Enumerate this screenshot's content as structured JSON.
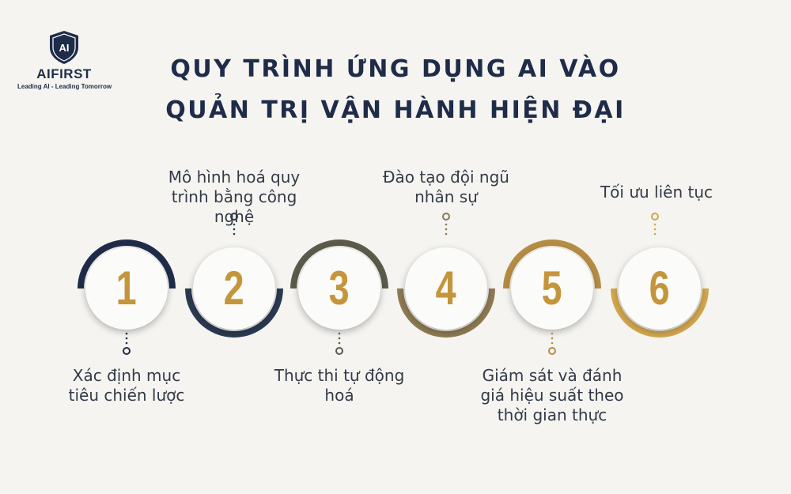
{
  "logo": {
    "mark": "AI",
    "name": "AIFIRST",
    "tagline": "Leading AI - Leading Tomorrow"
  },
  "title": {
    "line1": "QUY TRÌNH ỨNG DỤNG AI VÀO",
    "line2": "QUẢN TRỊ VẬN HÀNH HIỆN ĐẠI"
  },
  "colors": {
    "navy": "#1f2c49",
    "gold": "#c4953b",
    "background": "#f5f4f0"
  },
  "steps": [
    {
      "number": "1",
      "line1": "Xác định mục",
      "line2": "tiêu chiến lược",
      "arc_color": "#1f2c49",
      "position": "below"
    },
    {
      "number": "2",
      "line1": "Mô hình hoá quy",
      "line2": "trình bằng công nghệ",
      "arc_color": "#2a3a52",
      "position": "above"
    },
    {
      "number": "3",
      "line1": "Thực thi tự động",
      "line2": "hoá",
      "arc_color": "#5c5a4a",
      "position": "below"
    },
    {
      "number": "4",
      "line1": "Đào tạo đội ngũ",
      "line2": "nhân sự",
      "arc_color": "#8c7a52",
      "position": "above"
    },
    {
      "number": "5",
      "line1": "Giám sát và đánh",
      "line2": "giá hiệu suất theo",
      "line3": "thời gian thực",
      "arc_color": "#b58c44",
      "position": "below"
    },
    {
      "number": "6",
      "line1": "Tối ưu liên tục",
      "arc_color": "#d1a64e",
      "position": "above"
    }
  ]
}
